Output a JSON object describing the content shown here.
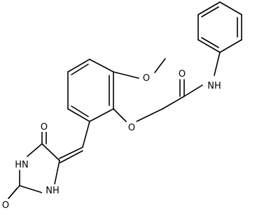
{
  "atom_labels": {
    "methoxy_o": "O",
    "ether_o": "O",
    "carbonyl_o_amide": "O",
    "amide_nh": "NH",
    "imid_o_top": "O",
    "imid_o_bottom": "O",
    "imid_hn_1": "HN",
    "imid_hn_3": "NH"
  },
  "colors": {
    "bond": "#000000",
    "text": "#000000",
    "background": "#ffffff"
  }
}
